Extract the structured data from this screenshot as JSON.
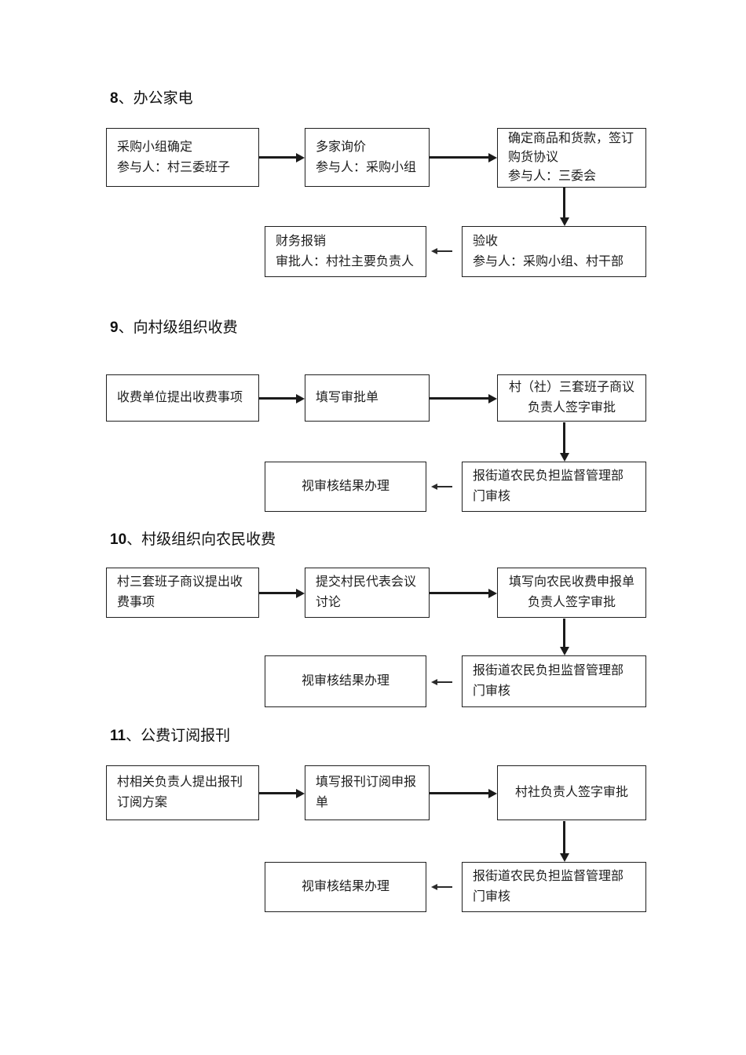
{
  "colors": {
    "background": "#ffffff",
    "line": "#1f1f1f",
    "text": "#1d1d1d"
  },
  "sections": [
    {
      "number": "8",
      "delimiter": "、",
      "title": "办公家电",
      "steps": {
        "step1": "采购小组确定\n参与人：村三委班子",
        "step2": "多家询价\n参与人：采购小组",
        "step3": "确定商品和货款，签订\n购货协议\n参与人：三委会",
        "step4": "验收\n参与人：采购小组、村干部",
        "step5": "财务报销\n审批人：村社主要负责人"
      }
    },
    {
      "number": "9",
      "delimiter": "、",
      "title": "向村级组织收费",
      "steps": {
        "step1": "收费单位提出收费事项",
        "step2": "填写审批单",
        "step3": "村（社）三套班子商议\n负责人签字审批",
        "step4": "报街道农民负担监督管理部\n门审核",
        "step5": "视审核结果办理"
      }
    },
    {
      "number": "10",
      "delimiter": "、",
      "title": "村级组织向农民收费",
      "steps": {
        "step1": "村三套班子商议提出收\n费事项",
        "step2": "提交村民代表会议\n讨论",
        "step3": "填写向农民收费申报单\n负责人签字审批",
        "step4": "报街道农民负担监督管理部\n门审核",
        "step5": "视审核结果办理"
      }
    },
    {
      "number": "11",
      "delimiter": "、",
      "title": "公费订阅报刊",
      "steps": {
        "step1": "村相关负责人提出报刊\n订阅方案",
        "step2": "填写报刊订阅申报\n单",
        "step3": "村社负责人签字审批",
        "step4": "报街道农民负担监督管理部\n门审核",
        "step5": "视审核结果办理"
      }
    }
  ]
}
